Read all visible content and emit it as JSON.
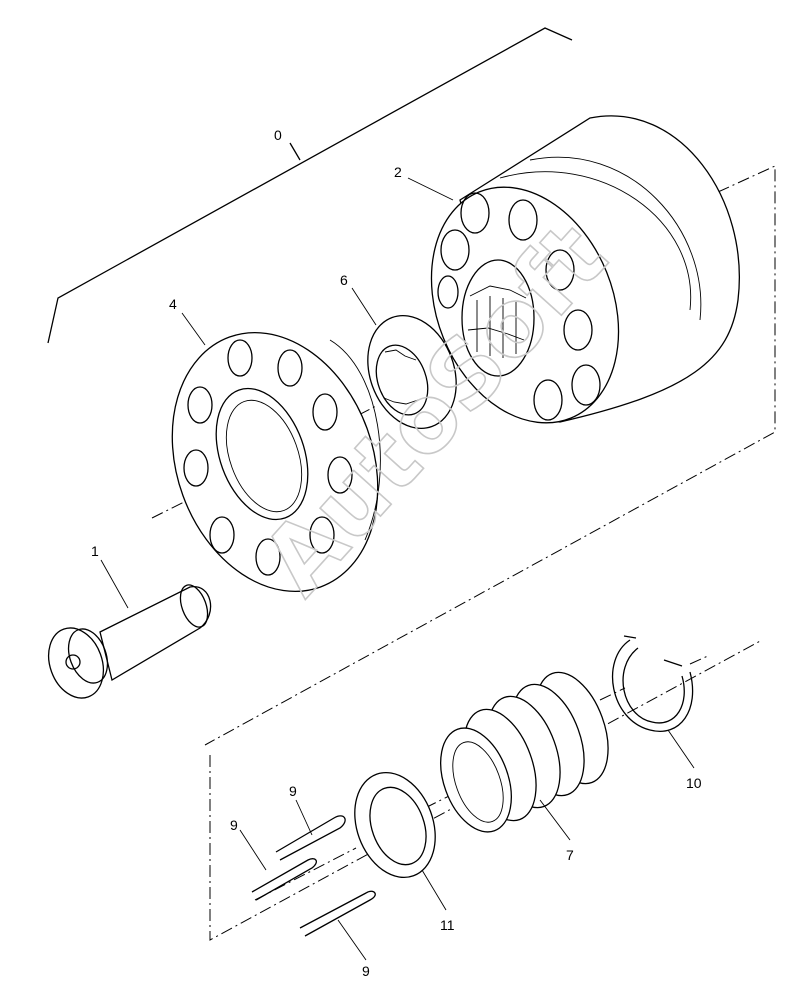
{
  "diagram": {
    "watermark": "AutoSoft",
    "callouts": {
      "c0": "0",
      "c1": "1",
      "c2": "2",
      "c4": "4",
      "c6": "6",
      "c7": "7",
      "c9a": "9",
      "c9b": "9",
      "c9c": "9",
      "c10": "10",
      "c11": "11"
    }
  }
}
